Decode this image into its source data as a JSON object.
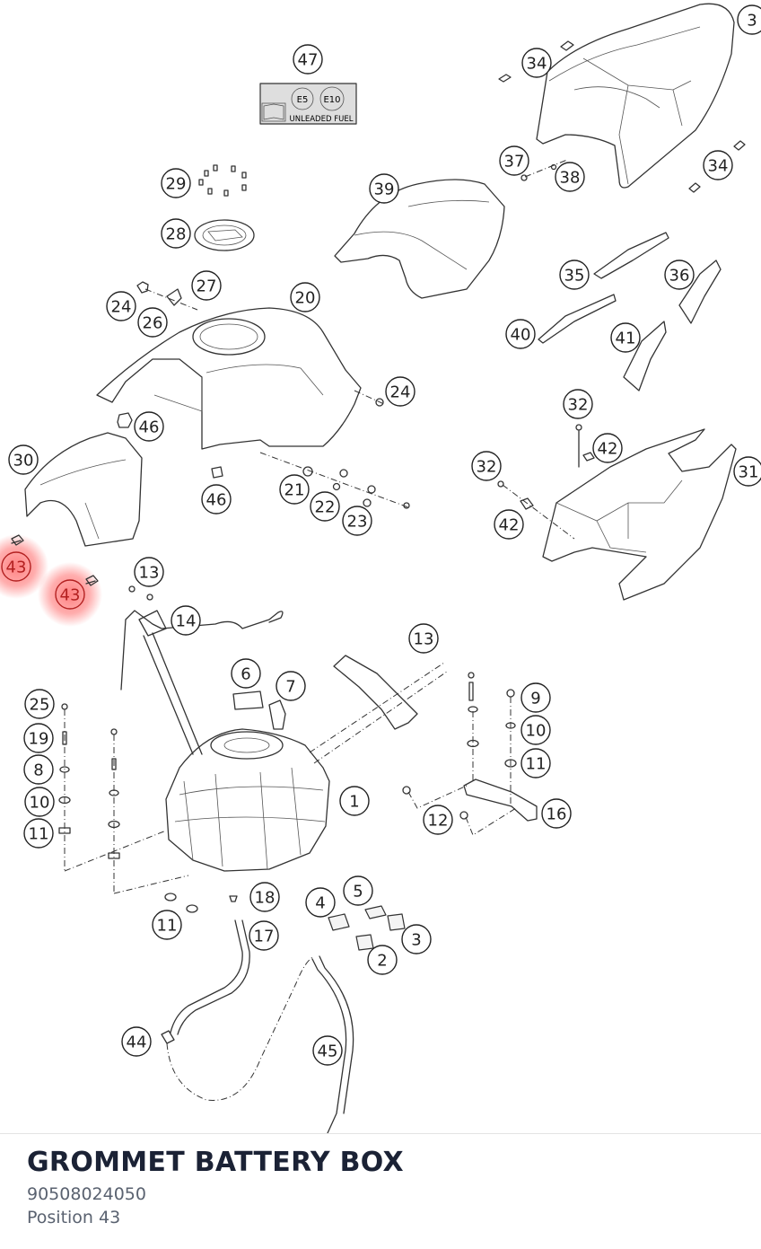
{
  "diagram": {
    "label_plate": {
      "e5": "E5",
      "e10": "E10",
      "text": "UNLEADED FUEL"
    },
    "highlight_color": "#ff6b6b",
    "callouts": [
      {
        "label": "47",
        "highlighted": false
      },
      {
        "label": "34",
        "highlighted": false
      },
      {
        "label": "3",
        "highlighted": false
      },
      {
        "label": "29",
        "highlighted": false
      },
      {
        "label": "37",
        "highlighted": false
      },
      {
        "label": "38",
        "highlighted": false
      },
      {
        "label": "34",
        "highlighted": false
      },
      {
        "label": "39",
        "highlighted": false
      },
      {
        "label": "28",
        "highlighted": false
      },
      {
        "label": "27",
        "highlighted": false
      },
      {
        "label": "20",
        "highlighted": false
      },
      {
        "label": "24",
        "highlighted": false
      },
      {
        "label": "26",
        "highlighted": false
      },
      {
        "label": "35",
        "highlighted": false
      },
      {
        "label": "36",
        "highlighted": false
      },
      {
        "label": "40",
        "highlighted": false
      },
      {
        "label": "41",
        "highlighted": false
      },
      {
        "label": "24",
        "highlighted": false
      },
      {
        "label": "46",
        "highlighted": false
      },
      {
        "label": "32",
        "highlighted": false
      },
      {
        "label": "42",
        "highlighted": false
      },
      {
        "label": "30",
        "highlighted": false
      },
      {
        "label": "32",
        "highlighted": false
      },
      {
        "label": "31",
        "highlighted": false
      },
      {
        "label": "21",
        "highlighted": false
      },
      {
        "label": "46",
        "highlighted": false
      },
      {
        "label": "22",
        "highlighted": false
      },
      {
        "label": "23",
        "highlighted": false
      },
      {
        "label": "42",
        "highlighted": false
      },
      {
        "label": "43",
        "highlighted": true
      },
      {
        "label": "13",
        "highlighted": false
      },
      {
        "label": "43",
        "highlighted": true
      },
      {
        "label": "14",
        "highlighted": false
      },
      {
        "label": "13",
        "highlighted": false
      },
      {
        "label": "6",
        "highlighted": false
      },
      {
        "label": "7",
        "highlighted": false
      },
      {
        "label": "25",
        "highlighted": false
      },
      {
        "label": "9",
        "highlighted": false
      },
      {
        "label": "19",
        "highlighted": false
      },
      {
        "label": "10",
        "highlighted": false
      },
      {
        "label": "8",
        "highlighted": false
      },
      {
        "label": "11",
        "highlighted": false
      },
      {
        "label": "10",
        "highlighted": false
      },
      {
        "label": "1",
        "highlighted": false
      },
      {
        "label": "11",
        "highlighted": false
      },
      {
        "label": "12",
        "highlighted": false
      },
      {
        "label": "16",
        "highlighted": false
      },
      {
        "label": "5",
        "highlighted": false
      },
      {
        "label": "18",
        "highlighted": false
      },
      {
        "label": "4",
        "highlighted": false
      },
      {
        "label": "17",
        "highlighted": false
      },
      {
        "label": "3",
        "highlighted": false
      },
      {
        "label": "11",
        "highlighted": false
      },
      {
        "label": "2",
        "highlighted": false
      },
      {
        "label": "44",
        "highlighted": false
      },
      {
        "label": "45",
        "highlighted": false
      }
    ]
  },
  "part": {
    "name": "GROMMET BATTERY BOX",
    "number": "90508024050",
    "position_prefix": "Position",
    "position": "43"
  }
}
